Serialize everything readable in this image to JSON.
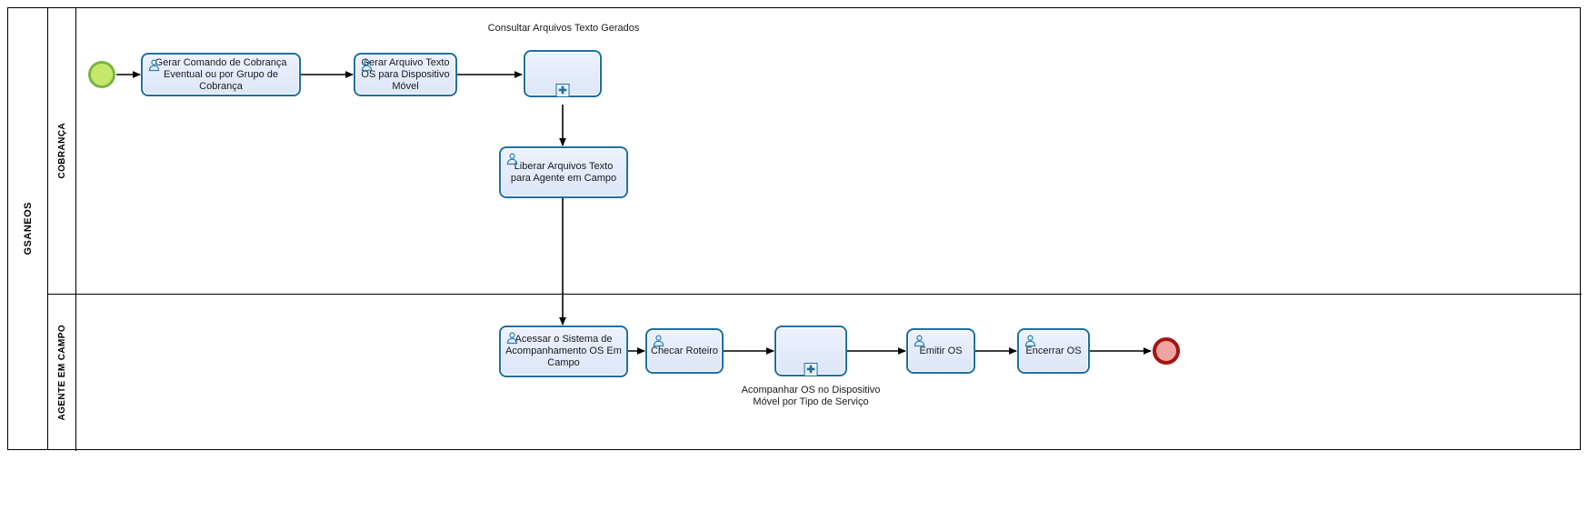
{
  "diagram": {
    "type": "bpmn-process-diagram",
    "pool": {
      "label": "GSANEOS"
    },
    "lanes": [
      {
        "id": "lane-cobranca",
        "label": "COBRANÇA"
      },
      {
        "id": "lane-agente",
        "label": "AGENTE EM CAMPO"
      }
    ],
    "events": [
      {
        "id": "start-event",
        "kind": "start",
        "label": "",
        "fill": "#c6e86a",
        "stroke": "#7cb342"
      },
      {
        "id": "end-event",
        "kind": "end",
        "label": "",
        "fill": "#f0a3a3",
        "stroke": "#a31515"
      }
    ],
    "tasks": [
      {
        "id": "task-1",
        "type": "user-task",
        "label": "Gerar Comando de Cobrança Eventual ou por Grupo de Cobrança",
        "lane": "lane-cobranca"
      },
      {
        "id": "task-2",
        "type": "user-task",
        "label": "Gerar Arquivo Texto OS para Dispositivo Móvel",
        "lane": "lane-cobranca"
      },
      {
        "id": "task-3",
        "type": "collapsed-subprocess",
        "label": "Consultar Arquivos Texto Gerados",
        "label_position": "above",
        "lane": "lane-cobranca"
      },
      {
        "id": "task-4",
        "type": "user-task",
        "label": "Liberar Arquivos Texto para Agente em Campo",
        "lane": "lane-cobranca"
      },
      {
        "id": "task-5",
        "type": "user-task",
        "label": "Acessar o Sistema de Acompanhamento OS Em Campo",
        "lane": "lane-agente"
      },
      {
        "id": "task-6",
        "type": "user-task",
        "label": "Checar Roteiro",
        "lane": "lane-agente"
      },
      {
        "id": "task-7",
        "type": "collapsed-subprocess",
        "label": "Acompanhar OS no Dispositivo Móvel por Tipo de Serviço",
        "label_position": "below",
        "lane": "lane-agente"
      },
      {
        "id": "task-8",
        "type": "user-task",
        "label": "Emitir OS",
        "lane": "lane-agente"
      },
      {
        "id": "task-9",
        "type": "user-task",
        "label": "Encerrar OS",
        "lane": "lane-agente"
      }
    ],
    "flows": [
      {
        "from": "start-event",
        "to": "task-1"
      },
      {
        "from": "task-1",
        "to": "task-2"
      },
      {
        "from": "task-2",
        "to": "task-3"
      },
      {
        "from": "task-3",
        "to": "task-4"
      },
      {
        "from": "task-4",
        "to": "task-5"
      },
      {
        "from": "task-5",
        "to": "task-6"
      },
      {
        "from": "task-6",
        "to": "task-7"
      },
      {
        "from": "task-7",
        "to": "task-8"
      },
      {
        "from": "task-8",
        "to": "task-9"
      },
      {
        "from": "task-9",
        "to": "end-event"
      }
    ],
    "colors": {
      "task_stroke": "#1f6f9e",
      "task_fill": "#e3eafb",
      "icon": "#2a7fb5",
      "flow": "#000000",
      "lane_border": "#000000"
    }
  }
}
